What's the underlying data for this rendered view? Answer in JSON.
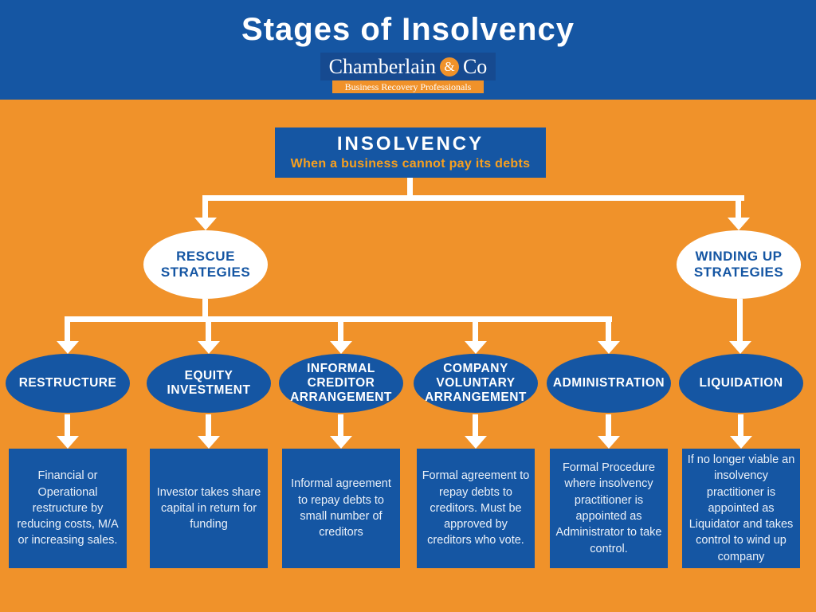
{
  "header": {
    "title": "Stages of Insolvency",
    "logo": {
      "name_left": "Chamberlain",
      "ampersand": "&",
      "name_right": "Co",
      "tagline": "Business Recovery Professionals"
    }
  },
  "root": {
    "title": "INSOLVENCY",
    "subtitle": "When a business cannot pay its debts"
  },
  "branches": [
    {
      "label": "RESCUE\nSTRATEGIES"
    },
    {
      "label": "WINDING UP\nSTRATEGIES"
    }
  ],
  "stages": [
    {
      "label": "RESTRUCTURE",
      "description": "Financial or Operational restructure by reducing costs, M/A or increasing sales."
    },
    {
      "label": "EQUITY\nINVESTMENT",
      "description": "Investor takes share capital in return for funding"
    },
    {
      "label": "INFORMAL\nCREDITOR\nARRANGEMENT",
      "description": "Informal agreement to repay debts to small number of creditors"
    },
    {
      "label": "COMPANY\nVOLUNTARY\nARRANGEMENT",
      "description": "Formal agreement to repay debts to creditors. Must be approved by creditors who vote."
    },
    {
      "label": "ADMINISTRATION",
      "description": "Formal Procedure where insolvency practitioner is appointed as Administrator to take control."
    },
    {
      "label": "LIQUIDATION",
      "description": "If no longer viable an insolvency practitioner is appointed as Liquidator and takes control to wind up company"
    }
  ],
  "colors": {
    "header_blue": "#1556a3",
    "node_blue": "#1556a3",
    "logo_blue": "#164a90",
    "background_orange": "#f0922a",
    "subtitle_orange": "#f8a01e",
    "white": "#ffffff"
  }
}
